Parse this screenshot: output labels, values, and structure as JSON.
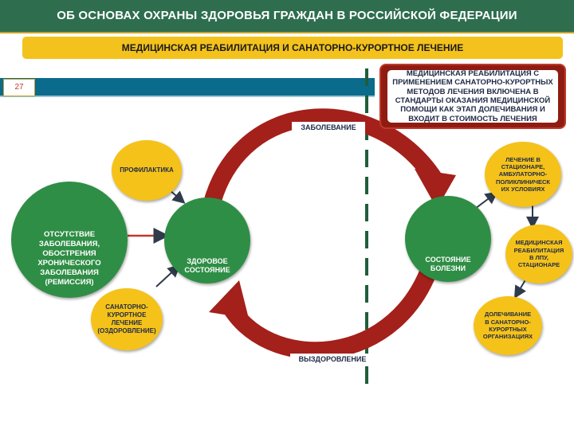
{
  "header": {
    "title": "ОБ ОСНОВАХ ОХРАНЫ ЗДОРОВЬЯ ГРАЖДАН В РОССИЙСКОЙ ФЕДЕРАЦИИ"
  },
  "subheader": {
    "title": "МЕДИЦИНСКАЯ РЕАБИЛИТАЦИЯ И САНАТОРНО-КУРОРТНОЕ ЛЕЧЕНИЕ"
  },
  "slide": {
    "number": "27"
  },
  "note": {
    "text": "МЕДИЦИНСКАЯ РЕАБИЛИТАЦИЯ С ПРИМЕНЕНИЕМ САНАТОРНО-КУРОРТНЫХ МЕТОДОВ ЛЕЧЕНИЯ ВКЛЮЧЕНА В СТАНДАРТЫ ОКАЗАНИЯ МЕДИЦИНСКОЙ ПОМОЩИ КАК ЭТАП ДОЛЕЧИВАНИЯ И ВХОДИТ В СТОИМОСТЬ ЛЕЧЕНИЯ"
  },
  "cycle": {
    "top_label": "ЗАБОЛЕВАНИЕ",
    "bottom_label": "ВЫЗДОРОВЛЕНИЕ"
  },
  "nodes": {
    "prophylaxis": "ПРОФИЛАКТИКА",
    "remission": "ОТСУТСТВИЕ\nЗАБОЛЕВАНИЯ,\nОБОСТРЕНИЯ\nХРОНИЧЕСКОГО\nЗАБОЛЕВАНИЯ\n(РЕМИССИЯ)",
    "healthy": "ЗДОРОВОЕ\nСОСТОЯНИЕ",
    "sanatorium": "САНАТОРНО-\nКУРОРТНОЕ\nЛЕЧЕНИЕ\n(ОЗДОРОВЛЕНИЕ)",
    "disease": "СОСТОЯНИЕ\nБОЛЕЗНИ",
    "treatment": "ЛЕЧЕНИЕ В\nСТАЦИОНАРЕ,\nАМБУЛАТОРНО-\nПОЛИКЛИНИЧЕСК\nИХ УСЛОВИЯХ",
    "rehab": "МЕДИЦИНСКАЯ\nРЕАБИЛИТАЦИЯ\nВ ЛПУ,\nСТАЦИОНАРЕ",
    "aftercare": "ДОЛЕЧИВАНИЕ\nВ САНАТОРНО-\nКУРОРТНЫХ\nОРГАНИЗАЦИЯХ"
  },
  "colors": {
    "header_bg": "#2e6e4f",
    "subheader_bg": "#f4c21c",
    "arc_red": "#a4201a",
    "circle_yellow": "#f5c21a",
    "circle_green": "#2f8e45",
    "divider": "#1f5e3a"
  },
  "icons": [
    "person-icon",
    "clipboard-icon",
    "hospital-icon"
  ]
}
